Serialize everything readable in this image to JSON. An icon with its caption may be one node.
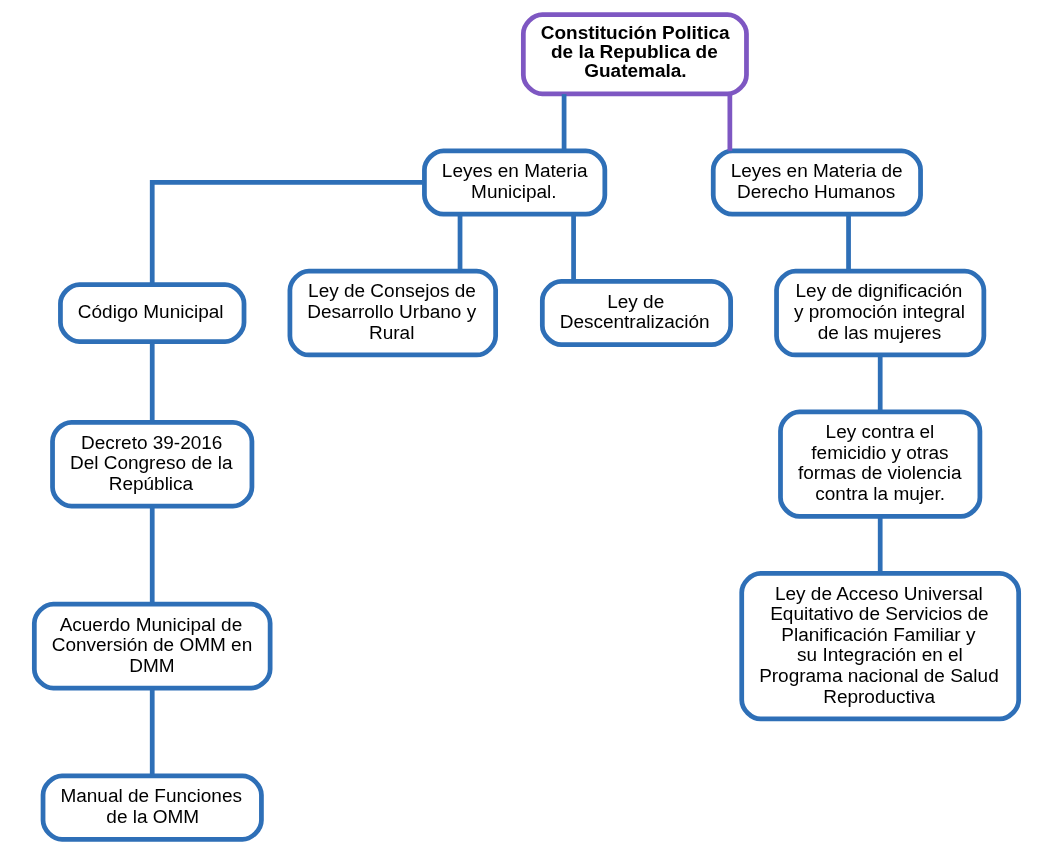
{
  "diagram": {
    "nodes": [
      {
        "text": [
          "Constitución Politica de la Republica de Guatemala."
        ]
      },
      {
        "text": [
          "Leyes en Materia Municipal."
        ]
      },
      {
        "text": [
          "Leyes en Materia de Derecho Humanos"
        ]
      },
      {
        "text": [
          "Código Municipal"
        ]
      },
      {
        "text": [
          "Ley de Consejos de Desarrollo Urbano y Rural"
        ]
      },
      {
        "text": [
          "Ley de Descentralización"
        ]
      },
      {
        "text": [
          "Decreto 39-2016",
          "Del Congreso de la República"
        ]
      },
      {
        "text": [
          "Acuerdo Municipal de Conversión de OMM en DMM"
        ]
      },
      {
        "text": [
          "Manual de Funciones de la OMM"
        ]
      },
      {
        "text": [
          "Ley de dignificación y promoción integral de las mujeres"
        ]
      },
      {
        "text": [
          "Ley contra el femicidio y otras formas de violencia contra la mujer."
        ]
      },
      {
        "text": [
          "Ley de Acceso Universal Equitativo de Servicios de Planificación Familiar y su Integración en el Programa nacional de Salud Reproductiva"
        ]
      }
    ],
    "edges": [
      {
        "from": 0,
        "to": 1,
        "arrow": "none"
      },
      {
        "from": 0,
        "to": 2,
        "arrow": "none",
        "color": "#7e57c2"
      },
      {
        "from": 1,
        "to": 3,
        "arrow": "none"
      },
      {
        "from": 1,
        "to": 4,
        "arrow": "none"
      },
      {
        "from": 1,
        "to": 5,
        "arrow": "none"
      },
      {
        "from": 3,
        "to": 6,
        "arrow": "none"
      },
      {
        "from": 6,
        "to": 7,
        "arrow": "none"
      },
      {
        "from": 7,
        "to": 8,
        "arrow": "none"
      },
      {
        "from": 2,
        "to": 9,
        "arrow": "none"
      },
      {
        "from": 9,
        "to": 10,
        "arrow": "none"
      },
      {
        "from": 10,
        "to": 11,
        "arrow": "none"
      }
    ]
  }
}
